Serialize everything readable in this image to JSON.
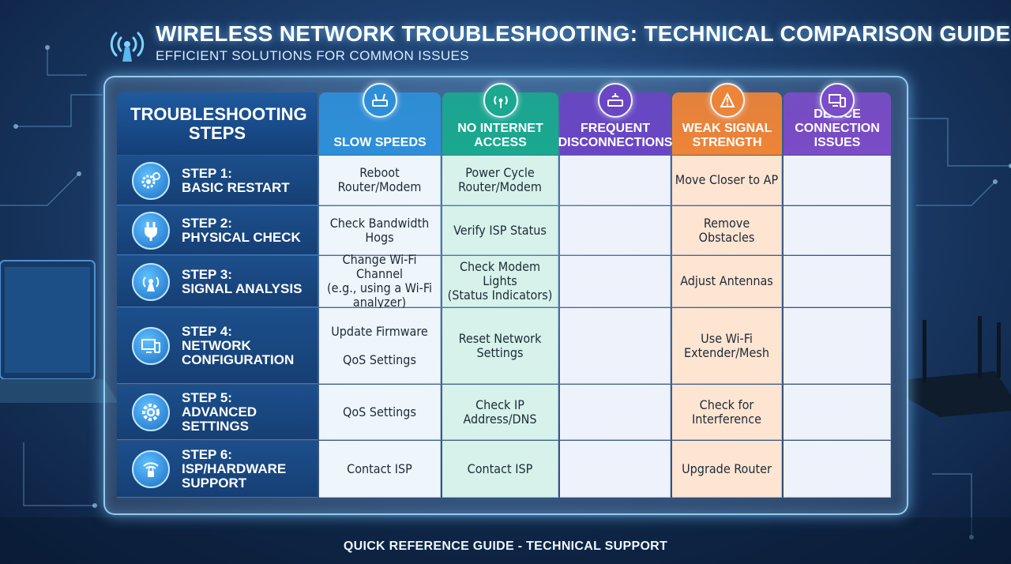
{
  "header": {
    "title": "WIRELESS NETWORK TROUBLESHOOTING: TECHNICAL COMPARISON GUIDE",
    "subtitle": "EFFICIENT SOLUTIONS FOR COMMON ISSUES"
  },
  "table": {
    "corner_label": "TROUBLESHOOTING STEPS",
    "columns": [
      {
        "label": "SLOW SPEEDS",
        "icon": "router-icon",
        "color": "#2e8fd8"
      },
      {
        "label": "NO INTERNET ACCESS",
        "icon": "wifi-signal-icon",
        "color": "#1aa88f"
      },
      {
        "label": "FREQUENT DISCONNECTIONS",
        "icon": "router-warning-icon",
        "color": "#6a46c4"
      },
      {
        "label": "WEAK SIGNAL STRENGTH",
        "icon": "antenna-warning-icon",
        "color": "#ee8437"
      },
      {
        "label": "DEVICE CONNECTION ISSUES",
        "icon": "devices-icon",
        "color": "#7a4cc6"
      }
    ],
    "steps": [
      {
        "label": "STEP 1:\nBASIC RESTART",
        "icon": "gears-icon",
        "cells": [
          "Reboot\nRouter/Modem",
          "Power Cycle\nRouter/Modem",
          "",
          "Move Closer to AP",
          ""
        ]
      },
      {
        "label": "STEP 2:\nPHYSICAL CHECK",
        "icon": "plug-icon",
        "cells": [
          "Check Bandwidth\nHogs",
          "Verify ISP Status",
          "",
          "Remove Obstacles",
          ""
        ]
      },
      {
        "label": "STEP 3:\nSIGNAL ANALYSIS",
        "icon": "signal-tower-icon",
        "cells": [
          "Change Wi-Fi Channel\n(e.g., using a Wi-Fi\nanalyzer)",
          "Check Modem Lights\n(Status Indicators)",
          "",
          "Adjust Antennas",
          ""
        ]
      },
      {
        "label": "STEP 4:\nNETWORK\nCONFIGURATION",
        "icon": "monitor-devices-icon",
        "cells": [
          "Update Firmware\n\nQoS Settings",
          "Reset Network\nSettings",
          "",
          "Use Wi-Fi\nExtender/Mesh",
          ""
        ]
      },
      {
        "label": "STEP 5:\nADVANCED\nSETTINGS",
        "icon": "gear-icon",
        "cells": [
          "QoS Settings",
          "Check IP\nAddress/DNS",
          "",
          "Check for\nInterference",
          ""
        ]
      },
      {
        "label": "STEP 6:\nISP/HARDWARE\nSUPPORT",
        "icon": "wifi-lock-icon",
        "cells": [
          "Contact ISP",
          "Contact ISP",
          "",
          "Upgrade Router",
          ""
        ]
      }
    ]
  },
  "footer": "QUICK REFERENCE GUIDE - TECHNICAL SUPPORT",
  "colors": {
    "step_column": "#1c4f8c",
    "slow_speeds_cell": "#eef5fb",
    "no_internet_cell": "#d6f2ea",
    "disconnections_cell": "#eef3fb",
    "weak_signal_cell": "#fde5d2",
    "device_cell": "#eef3fb",
    "panel_border": "#aae1ff"
  }
}
